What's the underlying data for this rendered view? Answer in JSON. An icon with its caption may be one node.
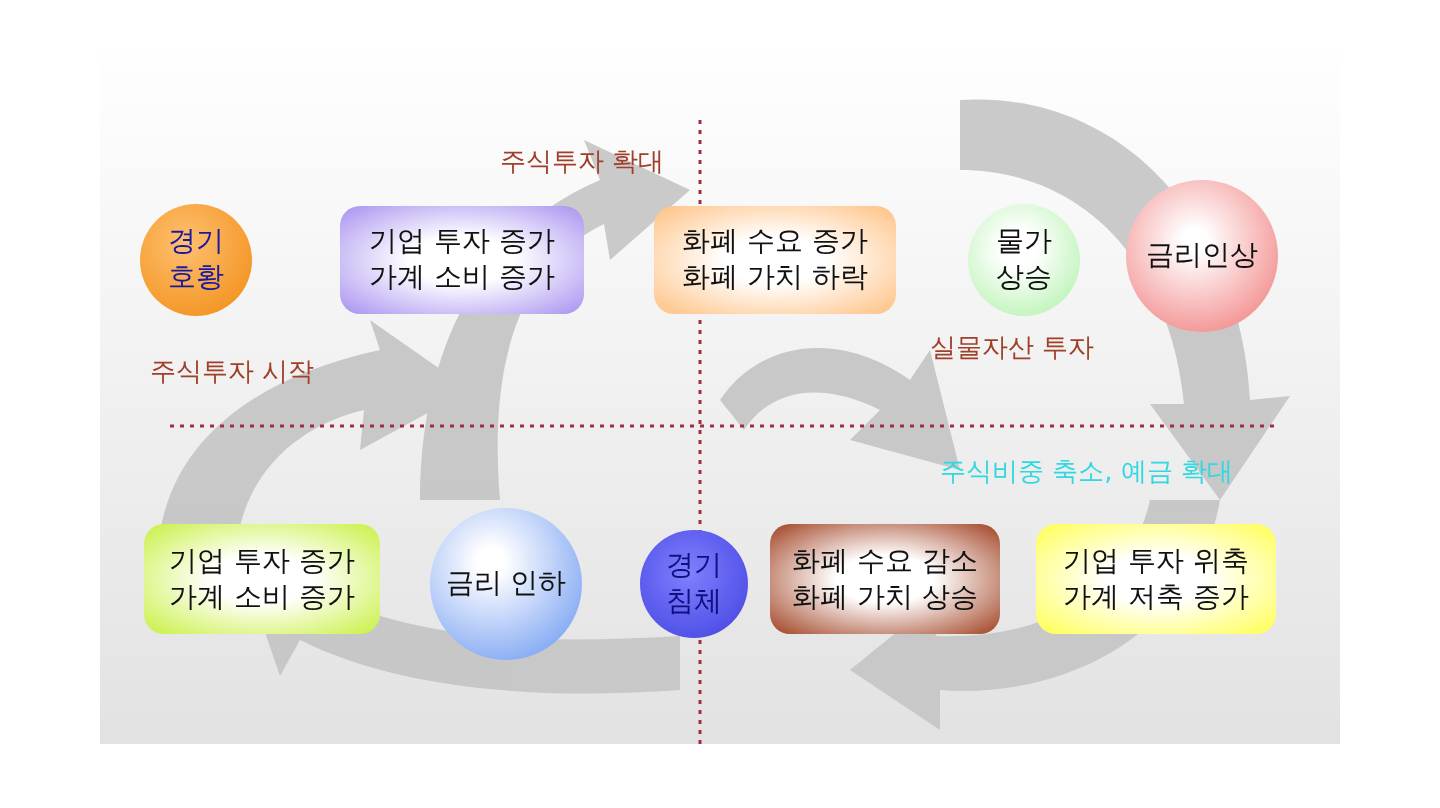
{
  "diagram": {
    "nodes": [
      {
        "text": [
          "경기 호황"
        ]
      },
      {
        "text": [
          "기업 투자 증가 가계 소비 증가"
        ]
      },
      {
        "text": [
          "화폐 수요 증가 화폐 가치 하락"
        ]
      },
      {
        "text": [
          "물가 상승"
        ]
      },
      {
        "text": [
          "금리인상"
        ]
      },
      {
        "text": [
          "기업 투자 증가 가계 소비 증가"
        ]
      },
      {
        "text": [
          "금리 인하"
        ]
      },
      {
        "text": [
          "경기 침체"
        ]
      },
      {
        "text": [
          "화폐 수요 감소 화폐 가치 상승"
        ]
      },
      {
        "text": [
          "기업 투자 위축 가계 저축 증가"
        ]
      }
    ],
    "labels": [
      "주식투자 확대",
      "주식투자 시작",
      "실물자산 투자",
      "주식비중 축소, 예금 확대"
    ]
  }
}
